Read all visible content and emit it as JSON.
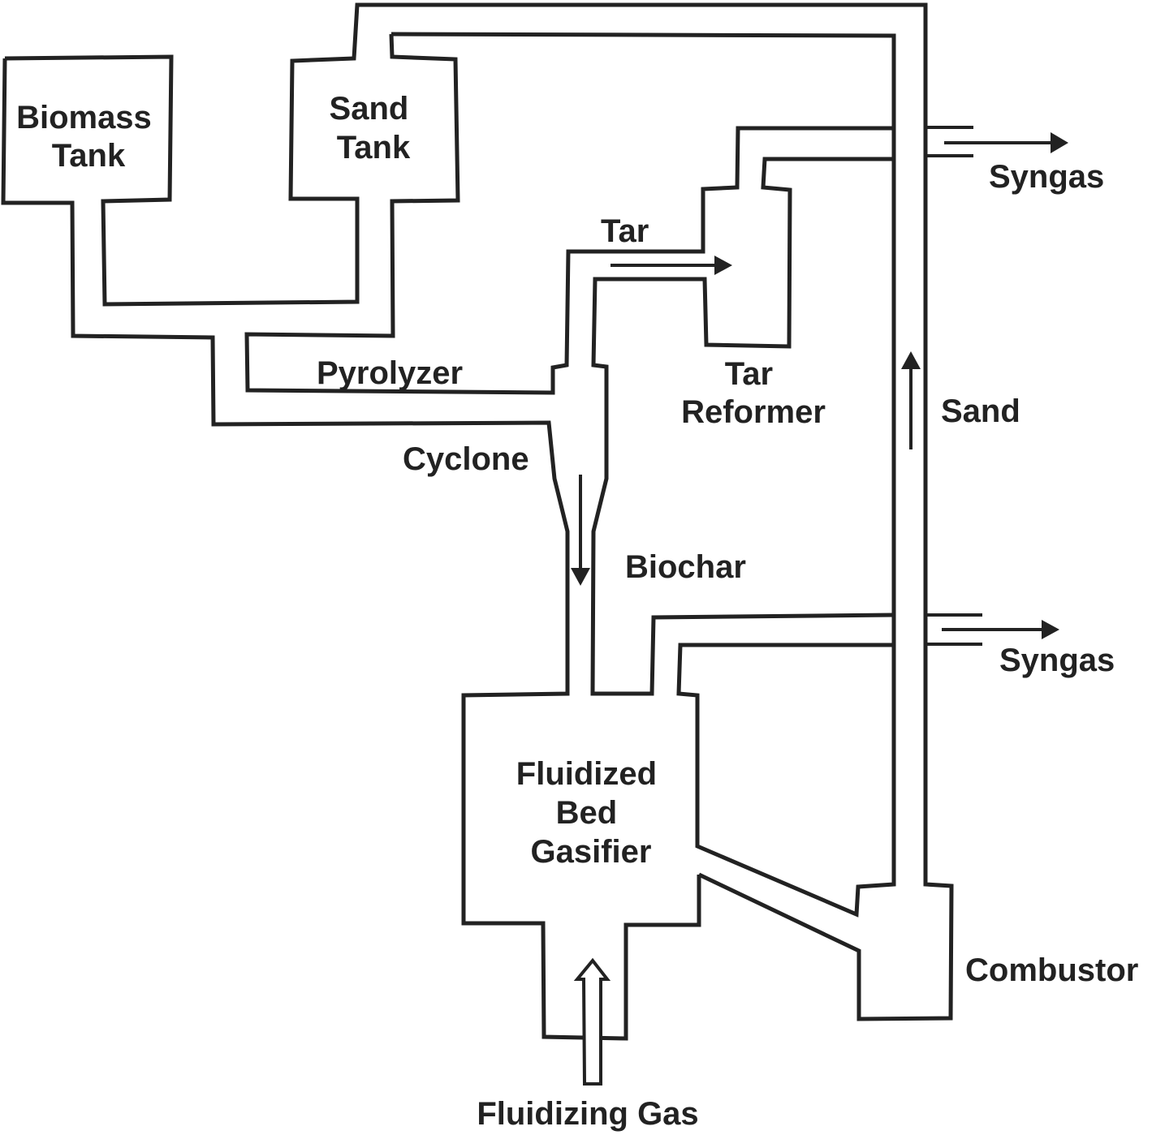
{
  "colors": {
    "ink": "#222222",
    "background": "#ffffff"
  },
  "labels": {
    "biomass_tank": [
      "Biomass",
      "Tank"
    ],
    "sand_tank": [
      "Sand",
      "Tank"
    ],
    "syngas_top": "Syngas",
    "tar": "Tar",
    "pyrolyzer": "Pyrolyzer",
    "tar_reformer": [
      "Tar",
      "Reformer"
    ],
    "sand": "Sand",
    "cyclone": "Cyclone",
    "biochar": "Biochar",
    "syngas_bottom": "Syngas",
    "gasifier": [
      "Fluidized",
      "Bed",
      "Gasifier"
    ],
    "combustor": "Combustor",
    "fluidizing_gas": "Fluidizing Gas"
  }
}
